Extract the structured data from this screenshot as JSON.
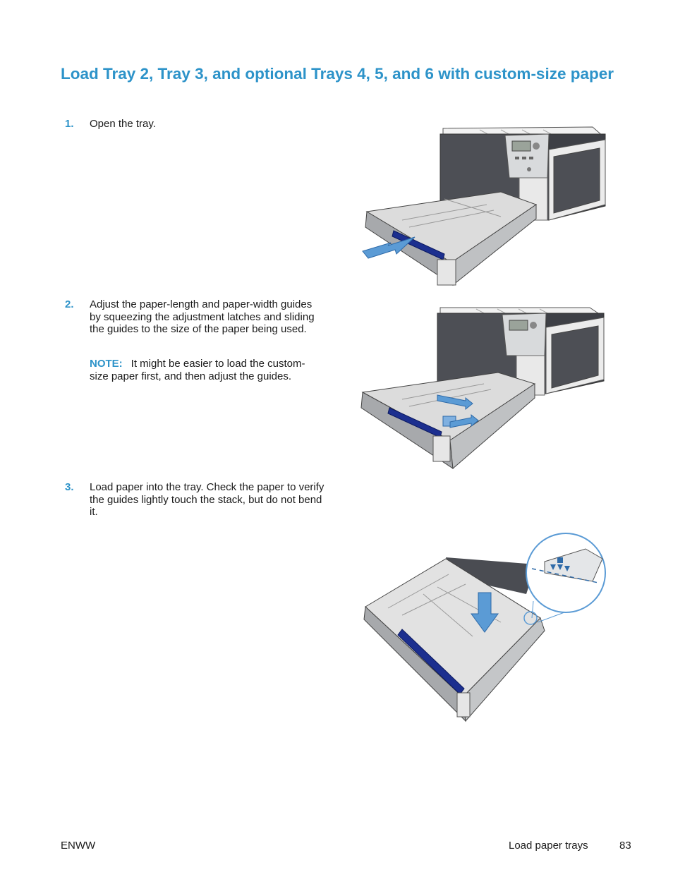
{
  "title": "Load Tray 2, Tray 3, and optional Trays 4, 5, and 6 with custom-size paper",
  "steps": [
    {
      "num": "1.",
      "text": "Open the tray."
    },
    {
      "num": "2.",
      "text": "Adjust the paper-length and paper-width guides by squeezing the adjustment latches and sliding the guides to the size of the paper being used."
    },
    {
      "num": "3.",
      "text": "Load paper into the tray. Check the paper to verify the guides lightly touch the stack, but do not bend it."
    }
  ],
  "note": {
    "label": "NOTE:",
    "text": "It might be easier to load the custom-size paper first, and then adjust the guides."
  },
  "colors": {
    "accent": "#2d93c9",
    "arrow": "#5b9bd5",
    "tray_blue": "#1c2f8f"
  },
  "footer": {
    "left": "ENWW",
    "section": "Load paper trays",
    "page": "83"
  }
}
